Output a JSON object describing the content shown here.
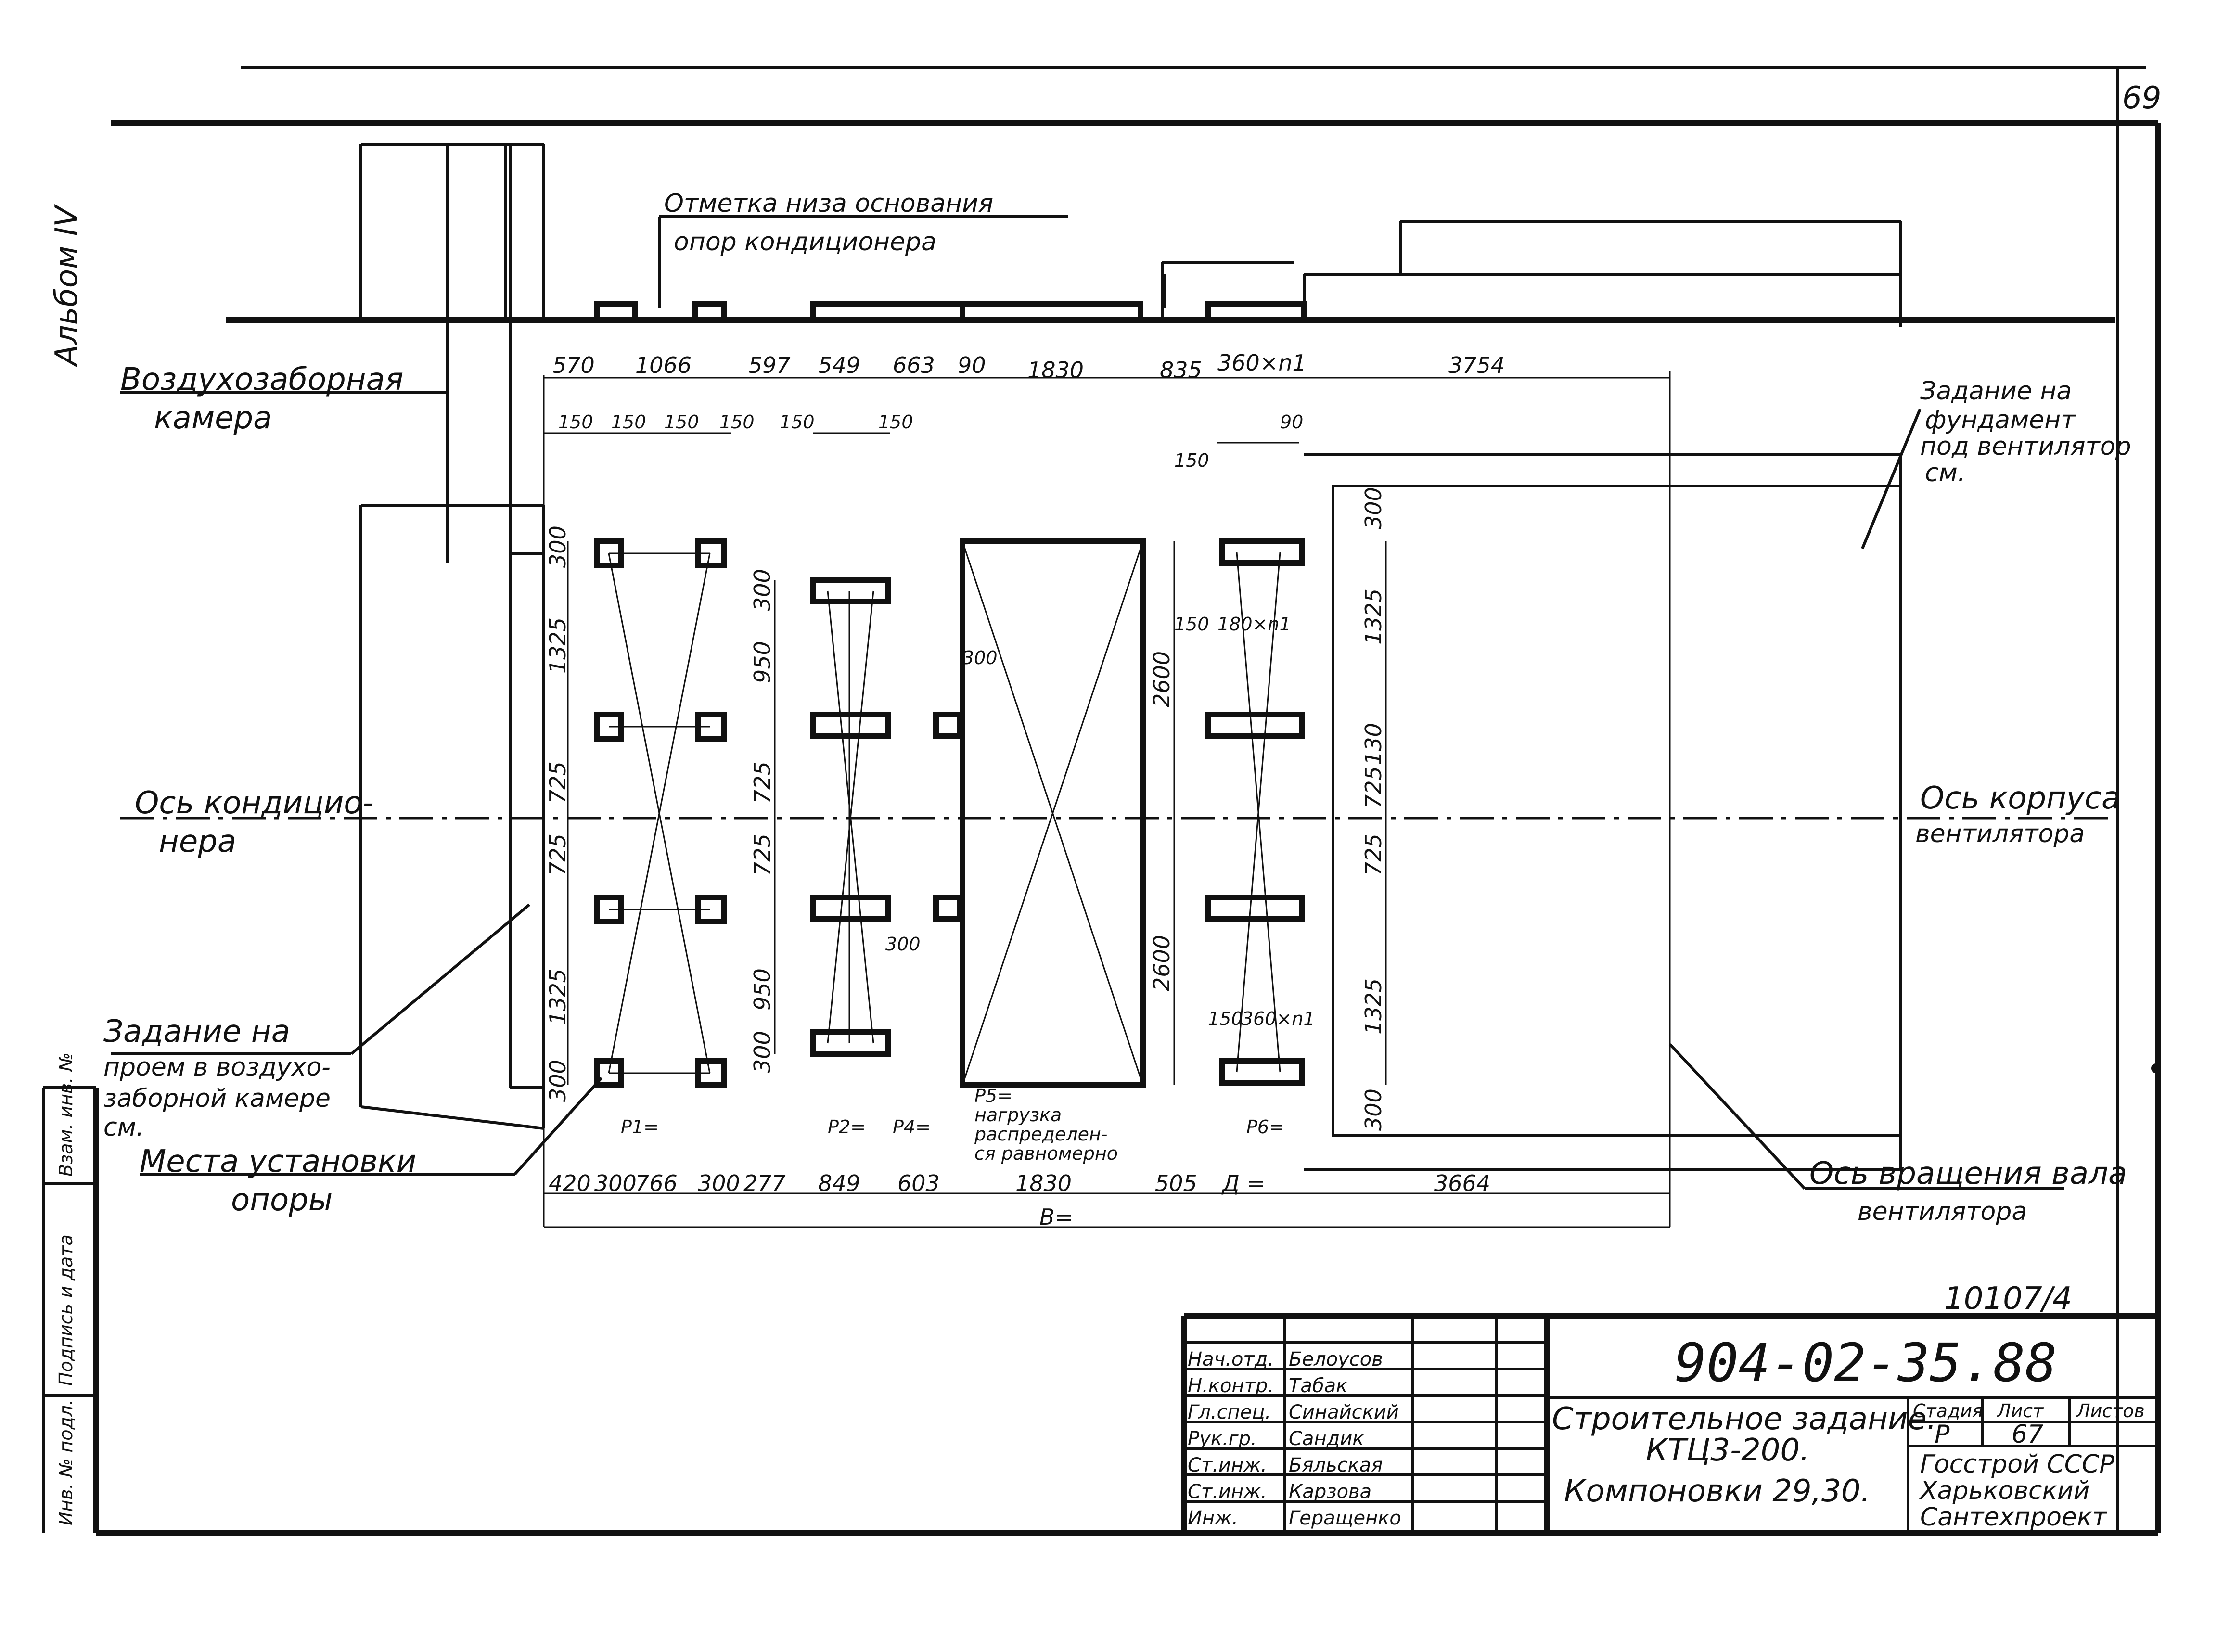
{
  "sheet": {
    "page_number": "69",
    "album": "Альбом IV",
    "ref_number": "10107/4"
  },
  "labels": {
    "note_base_level": [
      "Отметка низа основания",
      "опор кондиционера"
    ],
    "air_intake": [
      "Воздухозаборная",
      "камера"
    ],
    "fan_foundation": [
      "Задание на",
      "фундамент",
      "под вентилятор",
      "см."
    ],
    "conditioner_axis": [
      "Ось кондицио-",
      "нера"
    ],
    "fan_housing_axis": [
      "Ось корпуса",
      "вентилятора"
    ],
    "opening_task": [
      "Задание на",
      "проем в воздухо-",
      "заборной камере",
      "см."
    ],
    "support_place": [
      "Места установки",
      "опоры"
    ],
    "shaft_axis": [
      "Ось вращения вала",
      "вентилятора"
    ],
    "load_p5": [
      "P5=",
      "нагрузка",
      "распределен-",
      "ся равномерно"
    ],
    "p1": "P1=",
    "p2": "P2=",
    "p4": "P4=",
    "p6": "P6=",
    "b_total": "B=",
    "d_dim": "Д ="
  },
  "dims": {
    "top": [
      "570",
      "1066",
      "597",
      "549",
      "663",
      "90",
      "1830",
      "835",
      "360×n1",
      "3754"
    ],
    "bottom": [
      "420",
      "300",
      "766",
      "300",
      "277",
      "849",
      "603",
      "1830",
      "505",
      "3664"
    ],
    "small_150": "150",
    "d90": "90",
    "d300": "300",
    "d1325": "1325",
    "d725": "725",
    "d950": "950",
    "d2600": "2600",
    "d130": "130",
    "d180n1": "180×n1",
    "d360n1": "360×n1"
  },
  "side_stamp": [
    "Инв. № подл.",
    "Подпись и дата",
    "Взам. инв. №"
  ],
  "title_block": {
    "designation": "904-02-35.88",
    "title": [
      "Строительное задание.",
      "КТЦ3-200.",
      "Компоновки 29,30."
    ],
    "stage_label": "Стадия",
    "sheet_label": "Лист",
    "sheets_label": "Листов",
    "stage": "Р",
    "sheet": "67",
    "sheets": "",
    "org": [
      "Госстрой СССР",
      "Харьковский",
      "Сантехпроект"
    ],
    "roles": [
      {
        "role": "Нач.отд.",
        "name": "Белоусов"
      },
      {
        "role": "Н.контр.",
        "name": "Табак"
      },
      {
        "role": "Гл.спец.",
        "name": "Синайский"
      },
      {
        "role": "Рук.гр.",
        "name": "Сандик"
      },
      {
        "role": "Ст.инж.",
        "name": "Бяльская"
      },
      {
        "role": "Ст.инж.",
        "name": "Карзова"
      },
      {
        "role": "Инж.",
        "name": "Геращенко"
      }
    ]
  }
}
